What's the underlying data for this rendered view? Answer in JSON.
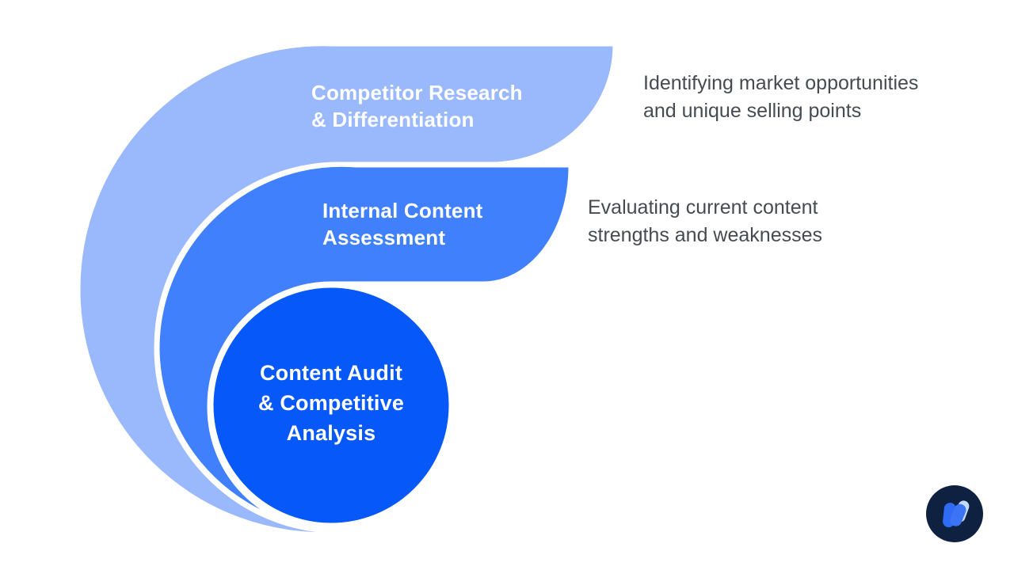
{
  "diagram": {
    "steps": [
      {
        "id": "competitor-research",
        "title_lines": [
          "Competitor Research",
          "& Differentiation"
        ],
        "description_lines": [
          "Identifying market opportunities",
          "and unique selling points"
        ],
        "fill": "#9ab8fc"
      },
      {
        "id": "internal-content",
        "title_lines": [
          "Internal Content",
          "Assessment"
        ],
        "description_lines": [
          "Evaluating current content",
          "strengths and weaknesses"
        ],
        "fill": "#4080fc"
      },
      {
        "id": "content-audit",
        "title_lines": [
          "Content Audit",
          "& Competitive",
          "Analysis"
        ],
        "description_lines": [],
        "fill": "#0659f8"
      }
    ],
    "title_color": "#ffffff",
    "description_color": "#464b52",
    "separator_color": "#ffffff"
  },
  "logo": {
    "icon": "w-monogram-icon",
    "circle_color": "#0f2140",
    "petal_bright": "#2e6cf6",
    "petal_mid": "#3b74f4",
    "petal_light": "#c5d9fb"
  }
}
